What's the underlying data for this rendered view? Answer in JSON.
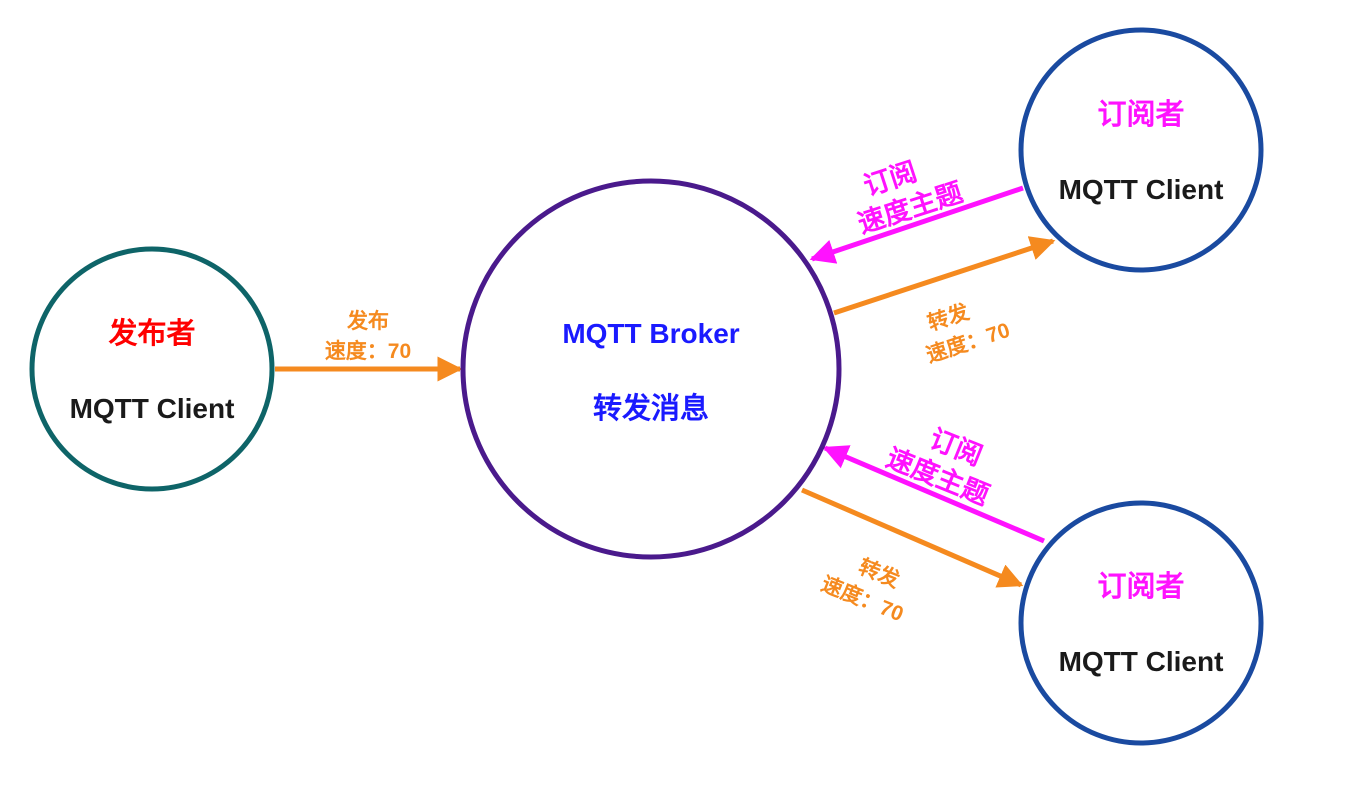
{
  "colors": {
    "publisher_ring": "#0e6468",
    "broker_ring": "#4a1a8c",
    "subscriber_ring": "#1a4aa0",
    "publish_arrow": "#f58a1f",
    "subscribe_arrow": "#ff12ff",
    "publisher_title": "#ff0000",
    "broker_text": "#1a1aff",
    "subscriber_title": "#ff12ff",
    "client_text": "#1a1a1a"
  },
  "publisher": {
    "title": "发布者",
    "subtitle": "MQTT Client"
  },
  "broker": {
    "title": "MQTT Broker",
    "subtitle": "转发消息"
  },
  "subscriber_top": {
    "title": "订阅者",
    "subtitle": "MQTT Client"
  },
  "subscriber_bottom": {
    "title": "订阅者",
    "subtitle": "MQTT Client"
  },
  "edges": {
    "publish": {
      "line1": "发布",
      "line2": "速度：70"
    },
    "subscribe_top": {
      "line1": "订阅",
      "line2": "速度主题"
    },
    "forward_top": {
      "line1": "转发",
      "line2": "速度：70"
    },
    "subscribe_bottom": {
      "line1": "订阅",
      "line2": "速度主题"
    },
    "forward_bottom": {
      "line1": "转发",
      "line2": "速度：70"
    }
  }
}
